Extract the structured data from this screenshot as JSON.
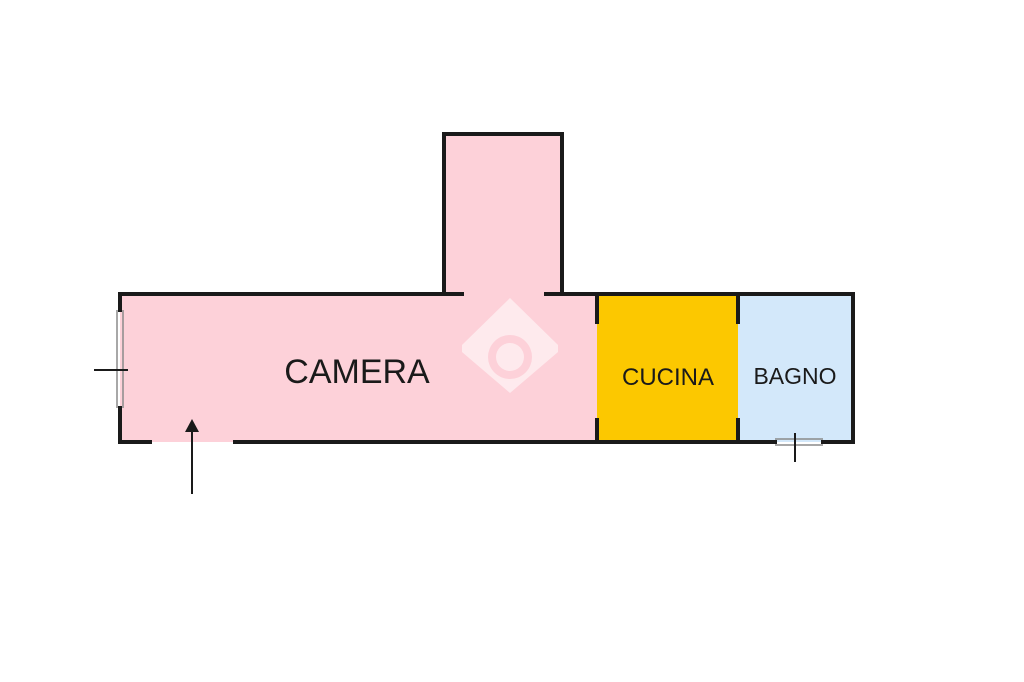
{
  "rooms": {
    "camera": {
      "label": "CAMERA",
      "color": "#fdd1d9"
    },
    "cucina": {
      "label": "CUCINA",
      "color": "#fcc800"
    },
    "bagno": {
      "label": "BAGNO",
      "color": "#d3e8fa"
    }
  },
  "watermark": {
    "icon": "house-logo-icon",
    "color": "#ffffff"
  }
}
